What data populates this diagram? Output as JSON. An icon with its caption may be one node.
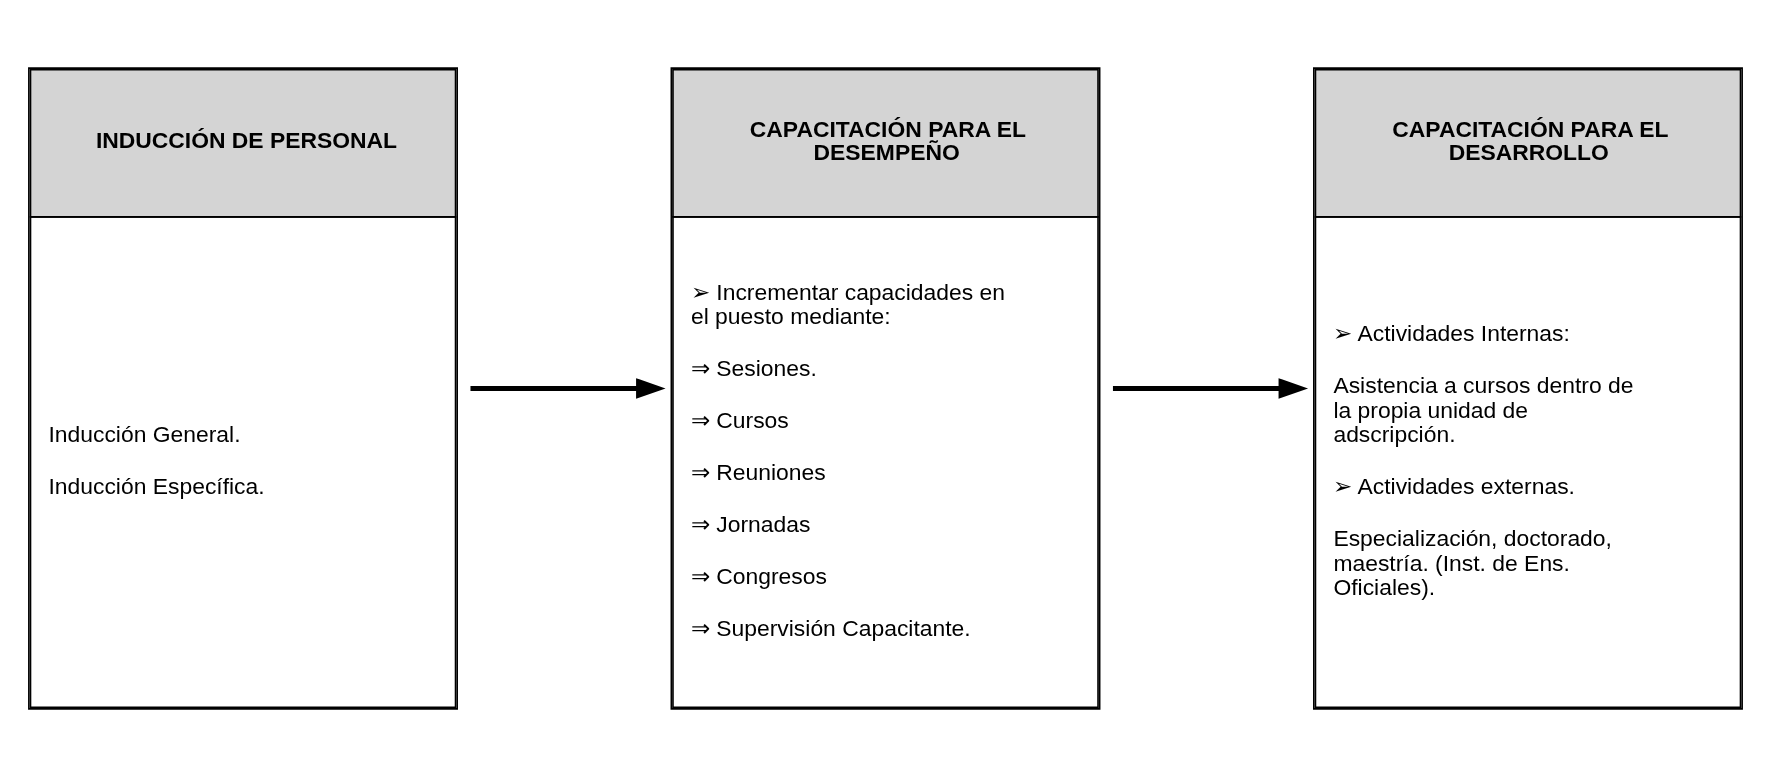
{
  "diagram": {
    "nodes": [
      {
        "text": [
          "INDUCCIÓN DE PERSONAL",
          "Inducción General.",
          "Inducción Específica."
        ]
      },
      {
        "text": [
          "CAPACITACIÓN PARA EL DESEMPEÑO",
          "➢ Incrementar capacidades en el puesto mediante:",
          "⇒ Sesiones.",
          "⇒ Cursos",
          "⇒ Reuniones",
          "⇒ Jornadas",
          "⇒ Congresos",
          "⇒ Supervisión Capacitante."
        ]
      },
      {
        "text": [
          "CAPACITACIÓN PARA EL DESARROLLO",
          "➢ Actividades Internas:",
          "Asistencia a cursos dentro de la propia unidad de adscripción.",
          "➢ Actividades externas.",
          "Especialización, doctorado, maestría. (Inst. de Ens. Oficiales)."
        ]
      }
    ],
    "edges": [
      {
        "from": 0,
        "to": 1,
        "arrow": "to"
      },
      {
        "from": 1,
        "to": 2,
        "arrow": "to"
      }
    ]
  }
}
